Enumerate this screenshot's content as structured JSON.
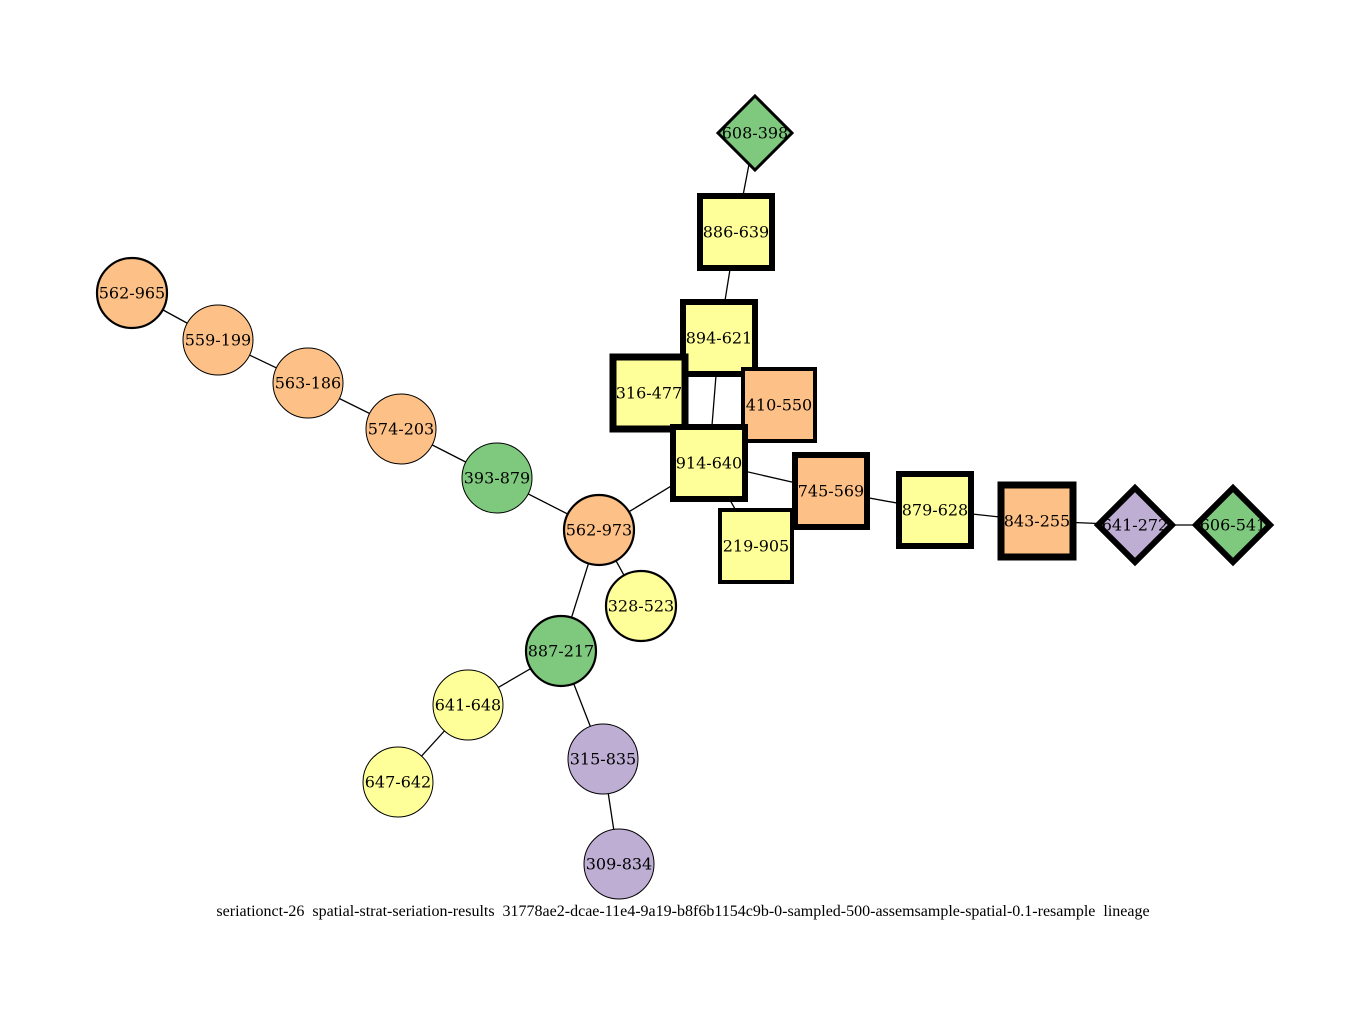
{
  "caption": "seriationct-26  spatial-strat-seriation-results  31778ae2-dcae-11e4-9a19-b8f6b1154c9b-0-sampled-500-assemsample-spatial-0.1-resample  lineage",
  "colors": {
    "orange": "#fdc086",
    "yellow": "#ffff99",
    "green": "#7fc97f",
    "purple": "#beaed4",
    "edge": "#000000",
    "border": "#000000"
  },
  "nodes": [
    {
      "id": "608-398",
      "shape": "diamond",
      "color": "green"
    },
    {
      "id": "886-639",
      "shape": "square",
      "color": "yellow"
    },
    {
      "id": "894-621",
      "shape": "square",
      "color": "yellow"
    },
    {
      "id": "316-477",
      "shape": "square",
      "color": "yellow"
    },
    {
      "id": "410-550",
      "shape": "square",
      "color": "orange"
    },
    {
      "id": "914-640",
      "shape": "square",
      "color": "yellow"
    },
    {
      "id": "219-905",
      "shape": "square",
      "color": "yellow"
    },
    {
      "id": "745-569",
      "shape": "square",
      "color": "orange"
    },
    {
      "id": "879-628",
      "shape": "square",
      "color": "yellow"
    },
    {
      "id": "843-255",
      "shape": "square",
      "color": "orange"
    },
    {
      "id": "641-272",
      "shape": "diamond",
      "color": "purple"
    },
    {
      "id": "606-541",
      "shape": "diamond",
      "color": "green"
    },
    {
      "id": "562-965",
      "shape": "circle",
      "color": "orange"
    },
    {
      "id": "559-199",
      "shape": "circle",
      "color": "orange"
    },
    {
      "id": "563-186",
      "shape": "circle",
      "color": "orange"
    },
    {
      "id": "574-203",
      "shape": "circle",
      "color": "orange"
    },
    {
      "id": "393-879",
      "shape": "circle",
      "color": "green"
    },
    {
      "id": "562-973",
      "shape": "circle",
      "color": "orange"
    },
    {
      "id": "328-523",
      "shape": "circle",
      "color": "yellow"
    },
    {
      "id": "887-217",
      "shape": "circle",
      "color": "green"
    },
    {
      "id": "641-648",
      "shape": "circle",
      "color": "yellow"
    },
    {
      "id": "647-642",
      "shape": "circle",
      "color": "yellow"
    },
    {
      "id": "315-835",
      "shape": "circle",
      "color": "purple"
    },
    {
      "id": "309-834",
      "shape": "circle",
      "color": "purple"
    }
  ],
  "edges": [
    [
      "608-398",
      "886-639"
    ],
    [
      "886-639",
      "894-621"
    ],
    [
      "894-621",
      "914-640"
    ],
    [
      "316-477",
      "914-640"
    ],
    [
      "914-640",
      "219-905"
    ],
    [
      "914-640",
      "745-569"
    ],
    [
      "914-640",
      "562-973"
    ],
    [
      "745-569",
      "879-628"
    ],
    [
      "879-628",
      "843-255"
    ],
    [
      "843-255",
      "641-272"
    ],
    [
      "641-272",
      "606-541"
    ],
    [
      "562-965",
      "559-199"
    ],
    [
      "559-199",
      "563-186"
    ],
    [
      "563-186",
      "574-203"
    ],
    [
      "574-203",
      "393-879"
    ],
    [
      "393-879",
      "562-973"
    ],
    [
      "562-973",
      "328-523"
    ],
    [
      "562-973",
      "887-217"
    ],
    [
      "887-217",
      "641-648"
    ],
    [
      "641-648",
      "647-642"
    ],
    [
      "887-217",
      "315-835"
    ],
    [
      "315-835",
      "309-834"
    ]
  ]
}
